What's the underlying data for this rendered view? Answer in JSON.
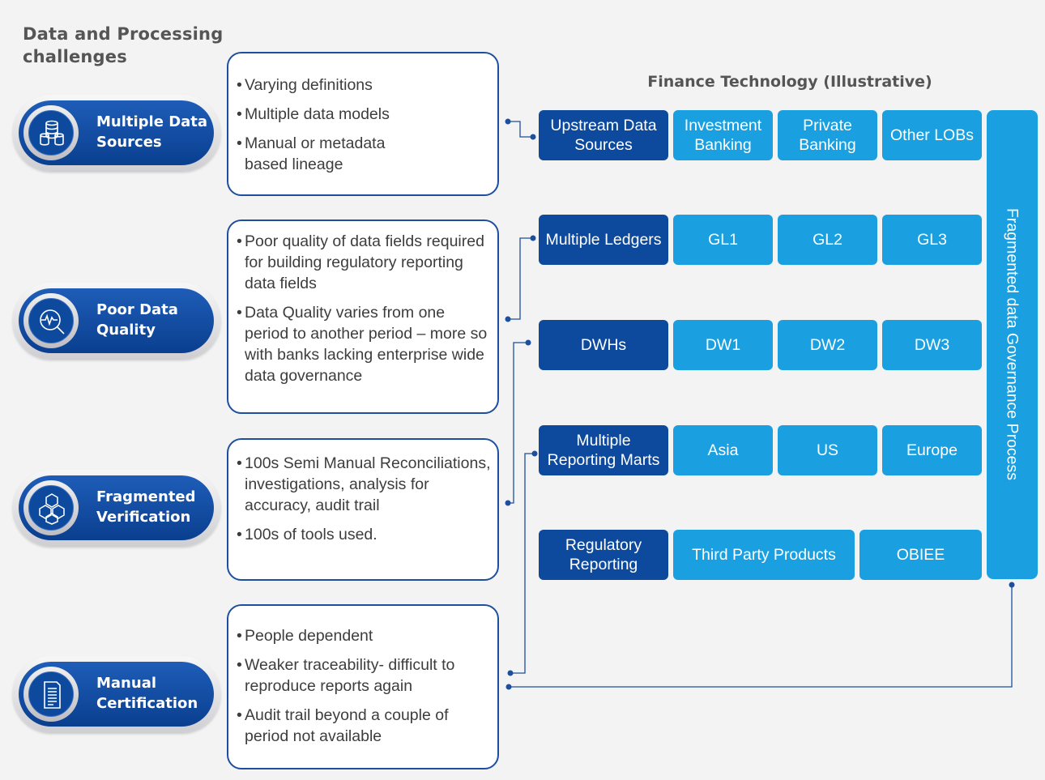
{
  "title": "Data and Processing challenges",
  "right_title": "Finance Technology (Illustrative)",
  "challenges": [
    {
      "label": "Multiple Data Sources",
      "icon": "database-icon",
      "points": [
        "Varying definitions",
        "Multiple data models",
        "Manual or metadata based lineage"
      ]
    },
    {
      "label": "Poor Data Quality",
      "icon": "magnifier-pulse-icon",
      "points": [
        "Poor quality of data fields required for building regulatory reporting data fields",
        "Data Quality varies from one period to another period – more so with banks lacking enterprise wide data governance"
      ]
    },
    {
      "label": "Fragmented Verification",
      "icon": "cubes-icon",
      "points": [
        "100s Semi Manual Reconciliations, investigations, analysis for accuracy, audit trail",
        "100s of tools used."
      ]
    },
    {
      "label": "Manual Certification",
      "icon": "document-icon",
      "points": [
        "People dependent",
        "Weaker traceability- difficult to reproduce reports again",
        "Audit trail beyond a couple of period not available"
      ]
    }
  ],
  "tech_rows": [
    {
      "category": "Upstream Data Sources",
      "items": [
        "Investment Banking",
        "Private Banking",
        "Other LOBs"
      ]
    },
    {
      "category": "Multiple Ledgers",
      "items": [
        "GL1",
        "GL2",
        "GL3"
      ]
    },
    {
      "category": "DWHs",
      "items": [
        "DW1",
        "DW2",
        "DW3"
      ]
    },
    {
      "category": "Multiple Reporting Marts",
      "items": [
        "Asia",
        "US",
        "Europe"
      ]
    },
    {
      "category": "Regulatory Reporting",
      "items": [
        "Third Party Products",
        "OBIEE"
      ]
    }
  ],
  "governance_label": "Fragmented data Governance Process",
  "colors": {
    "dark_blue": "#0d4a9e",
    "light_blue": "#1aa0e0",
    "border_blue": "#1d4f9e"
  }
}
